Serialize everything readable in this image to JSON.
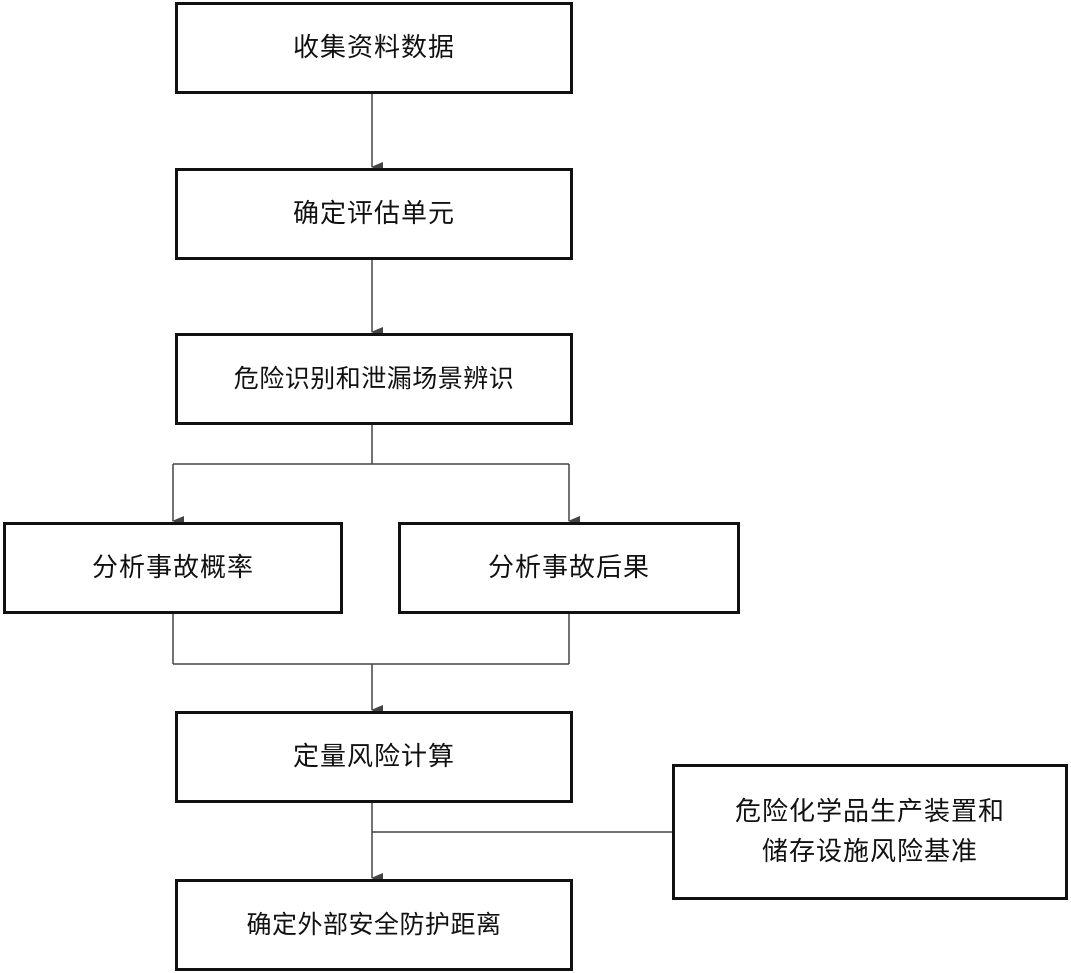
{
  "nodes": {
    "collect_data": "收集资料数据",
    "define_units": "确定评估单元",
    "hazard_identification": "危险识别和泄漏场景辨识",
    "accident_probability": "分析事故概率",
    "accident_consequence": "分析事故后果",
    "quantitative_risk": "定量风险计算",
    "risk_criteria_line1": "危险化学品生产装置和",
    "risk_criteria_line2": "储存设施风险基准",
    "safety_distance": "确定外部安全防护距离"
  },
  "colors": {
    "line": "#444444",
    "border": "#111111"
  }
}
